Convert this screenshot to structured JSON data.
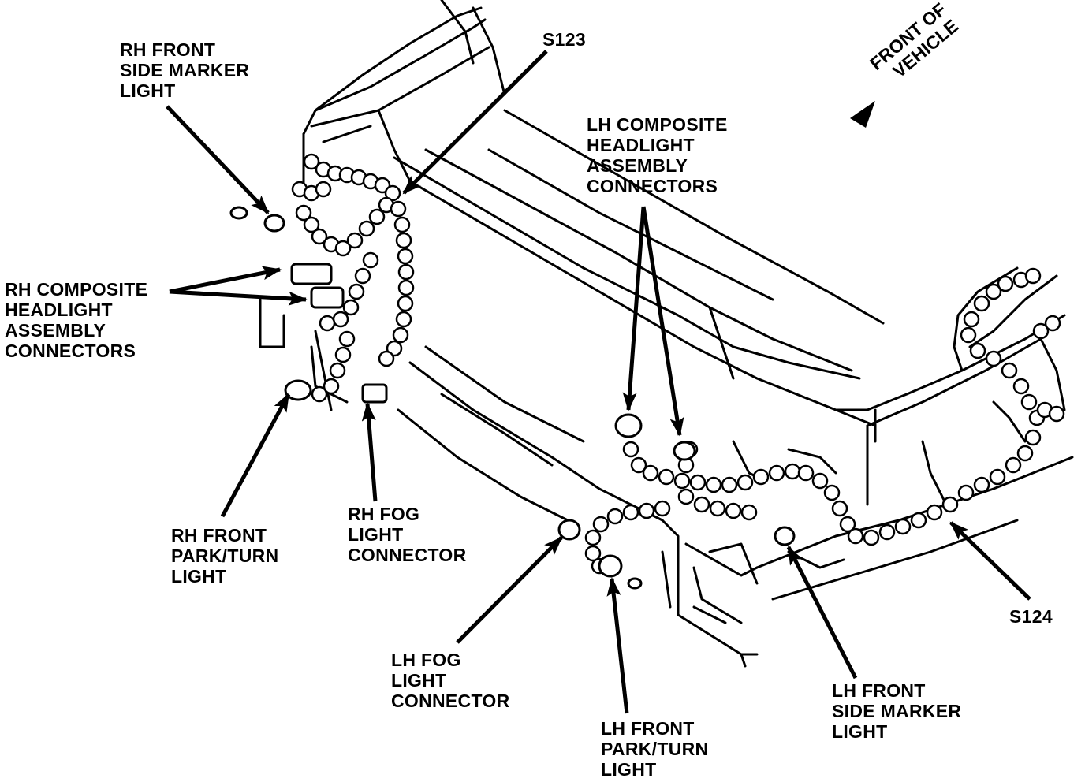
{
  "labels": {
    "rh_side_marker": [
      "RH FRONT",
      "SIDE MARKER",
      "LIGHT"
    ],
    "s123": "S123",
    "front_of_vehicle": [
      "FRONT OF",
      "VEHICLE"
    ],
    "lh_composite": [
      "LH COMPOSITE",
      "HEADLIGHT",
      "ASSEMBLY",
      "CONNECTORS"
    ],
    "rh_composite": [
      "RH COMPOSITE",
      "HEADLIGHT",
      "ASSEMBLY",
      "CONNECTORS"
    ],
    "rh_park_turn": [
      "RH FRONT",
      "PARK/TURN",
      "LIGHT"
    ],
    "rh_fog": [
      "RH FOG",
      "LIGHT",
      "CONNECTOR"
    ],
    "lh_fog": [
      "LH FOG",
      "LIGHT",
      "CONNECTOR"
    ],
    "lh_park_turn": [
      "LH FRONT",
      "PARK/TURN",
      "LIGHT"
    ],
    "lh_side_marker": [
      "LH FRONT",
      "SIDE MARKER",
      "LIGHT"
    ],
    "s124": "S124"
  }
}
